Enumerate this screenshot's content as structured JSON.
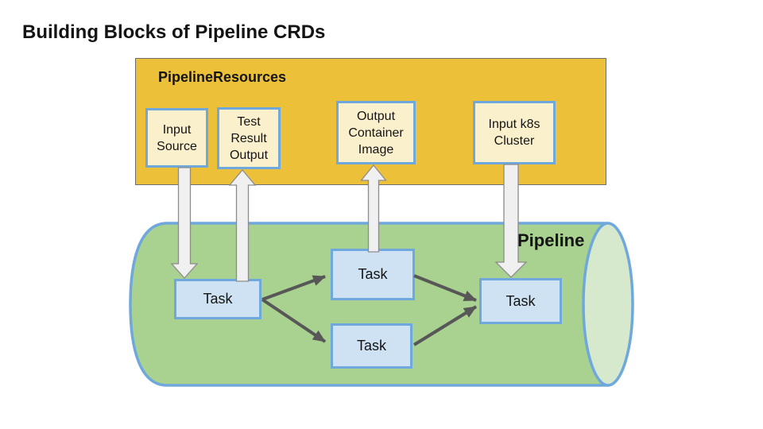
{
  "title": "Building Blocks of Pipeline CRDs",
  "resources_panel": {
    "label": "PipelineResources",
    "items": [
      {
        "label": "Input Source"
      },
      {
        "label": "Test Result Output"
      },
      {
        "label": "Output Container Image"
      },
      {
        "label": "Input k8s Cluster"
      }
    ]
  },
  "pipeline": {
    "label": "Pipeline",
    "tasks": [
      {
        "label": "Task"
      },
      {
        "label": "Task"
      },
      {
        "label": "Task"
      },
      {
        "label": "Task"
      }
    ]
  },
  "flows": [
    {
      "from": "Input Source",
      "to": "Task 1",
      "style": "block-arrow",
      "direction": "down"
    },
    {
      "from": "Task 1",
      "to": "Test Result Output",
      "style": "block-arrow",
      "direction": "up"
    },
    {
      "from": "Task 2",
      "to": "Output Container Image",
      "style": "block-arrow",
      "direction": "up"
    },
    {
      "from": "Input k8s Cluster",
      "to": "Task 4",
      "style": "block-arrow",
      "direction": "down"
    },
    {
      "from": "Task 1",
      "to": "Task 2",
      "style": "connector"
    },
    {
      "from": "Task 1",
      "to": "Task 3",
      "style": "connector"
    },
    {
      "from": "Task 2",
      "to": "Task 4",
      "style": "connector"
    },
    {
      "from": "Task 3",
      "to": "Task 4",
      "style": "connector"
    }
  ],
  "colors": {
    "panel_fill": "#EDC03A",
    "panel_border": "#6e6e6e",
    "resource_box_fill": "#FBF0CC",
    "box_border": "#6FA8DC",
    "task_box_fill": "#CFE2F3",
    "cylinder_fill": "#A9D18F",
    "cylinder_cap_fill": "#D7E9CD",
    "flow_arrow_fill": "#F0F0F0",
    "flow_arrow_border": "#8C8C8C",
    "connector_color": "#575757",
    "text": "#141414"
  }
}
